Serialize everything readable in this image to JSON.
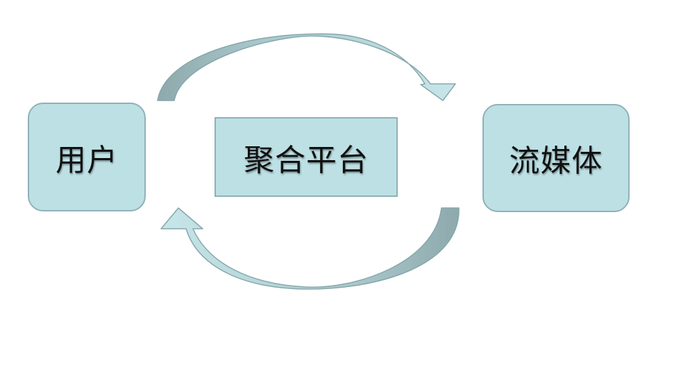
{
  "nodes": {
    "user": {
      "label": "用户"
    },
    "platform": {
      "label": "聚合平台"
    },
    "stream": {
      "label": "流媒体"
    }
  },
  "colors": {
    "box_fill": "#bde0e5",
    "box_border": "#8fb1b6",
    "arrow_light": "#bde0e5",
    "arrow_dark": "#8ea9ac",
    "arrow_stroke": "#86a7ab"
  }
}
